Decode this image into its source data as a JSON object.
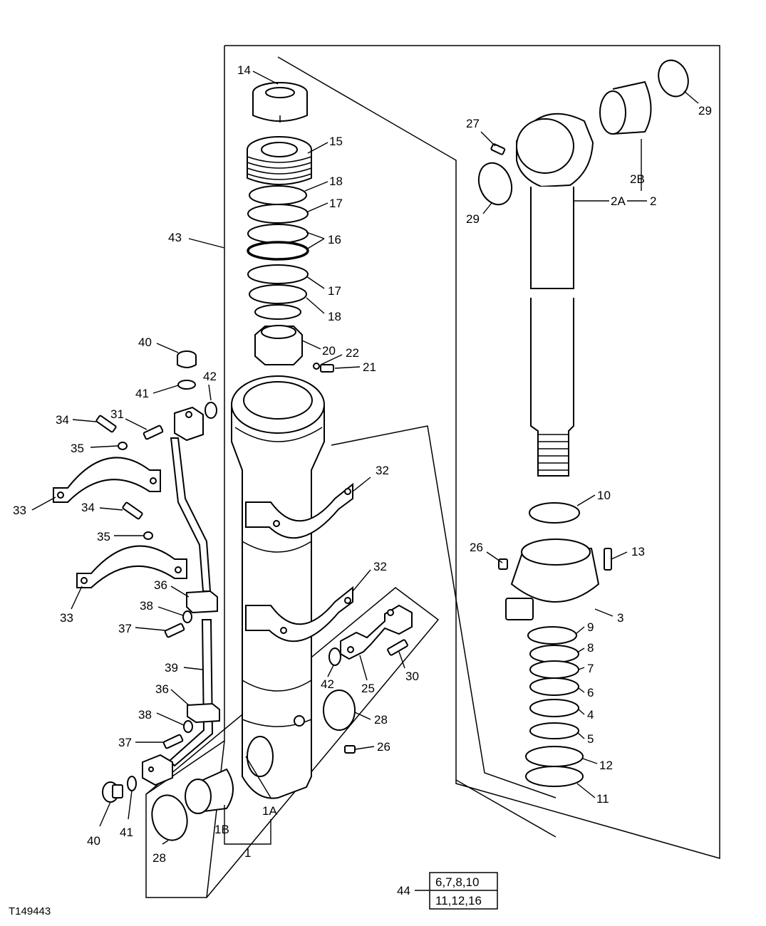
{
  "figure_id": "T149443",
  "kit": {
    "number": "44",
    "line1": "6,7,8,10",
    "line2": "11,12,16"
  },
  "callouts": {
    "c14": "14",
    "c15": "15",
    "c18a": "18",
    "c17a": "17",
    "c16": "16",
    "c17b": "17",
    "c18b": "18",
    "c20": "20",
    "c22": "22",
    "c21": "21",
    "c43": "43",
    "c40a": "40",
    "c41a": "41",
    "c42a": "42",
    "c34a": "34",
    "c31": "31",
    "c35a": "35",
    "c33a": "33",
    "c34b": "34",
    "c35b": "35",
    "c33b": "33",
    "c36a": "36",
    "c38a": "38",
    "c37a": "37",
    "c39": "39",
    "c36b": "36",
    "c38b": "38",
    "c37b": "37",
    "c40b": "40",
    "c41b": "41",
    "c28a": "28",
    "c1b": "1B",
    "c1a": "1A",
    "c1": "1",
    "c32a": "32",
    "c32b": "32",
    "c42b": "42",
    "c25": "25",
    "c30": "30",
    "c28b": "28",
    "c26a": "26",
    "c29a": "29",
    "c27": "27",
    "c29b": "29",
    "c2b": "2B",
    "c2a": "2A",
    "c2": "2",
    "c10": "10",
    "c26b": "26",
    "c13": "13",
    "c3": "3",
    "c9": "9",
    "c8": "8",
    "c7": "7",
    "c6": "6",
    "c4": "4",
    "c5": "5",
    "c12": "12",
    "c11": "11"
  }
}
